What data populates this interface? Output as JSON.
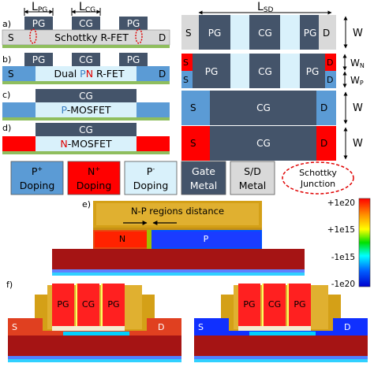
{
  "left_labels": {
    "L_pg": "L",
    "L_pg_sub": "PG",
    "L_cg": "L",
    "L_cg_sub": "CG",
    "row_a": "a)",
    "row_b": "b)",
    "row_c": "c)",
    "row_d": "d)",
    "pg": "PG",
    "cg": "CG",
    "s": "S",
    "d": "D",
    "schottky_rfet": "Schottky R-FET",
    "dual_pre": "Dual ",
    "dual_p": "P",
    "dual_n": "N",
    "dual_post": " R-FET",
    "p_mos_p": "P",
    "p_mos_rest": "-MOSFET",
    "n_mos_n": "N",
    "n_mos_rest": "-MOSFET"
  },
  "right_labels": {
    "L_sd": "L",
    "L_sd_sub": "SD",
    "pg": "PG",
    "cg": "CG",
    "s": "S",
    "d": "D",
    "w": "W",
    "wn": "W",
    "wn_sub": "N",
    "wp": "W",
    "wp_sub": "P"
  },
  "legend": {
    "p_plus_1": "P",
    "p_plus_sup": "+",
    "p_plus_2": "Doping",
    "n_plus_1": "N",
    "n_plus_sup": "+",
    "n_plus_2": "Doping",
    "p_minus_1": "P",
    "p_minus_sup": "-",
    "p_minus_2": "Doping",
    "gate_1": "Gate",
    "gate_2": "Metal",
    "sd_1": "S/D",
    "sd_2": "Metal",
    "schottky_1": "Schottky",
    "schottky_2": "Junction"
  },
  "panel_e": {
    "label": "e)",
    "np_distance": "N-P regions distance",
    "n": "N",
    "p": "P"
  },
  "colorbar": {
    "ticks": [
      "+1e20",
      "+1e15",
      "-1e15",
      "-1e20"
    ],
    "colors": [
      "#ff0000",
      "#ff8c00",
      "#ffff00",
      "#00e000",
      "#00ffff",
      "#0060ff",
      "#0000d0"
    ]
  },
  "panel_f": {
    "label": "f)",
    "pg": "PG",
    "cg": "CG",
    "s": "S",
    "d": "D"
  },
  "colors": {
    "p_plus": "#5b9bd5",
    "n_plus": "#ff0000",
    "p_minus": "#d9f1fb",
    "gate": "#44546a",
    "sd_metal": "#d9d9d9",
    "substrate": "#8fbe5e"
  }
}
